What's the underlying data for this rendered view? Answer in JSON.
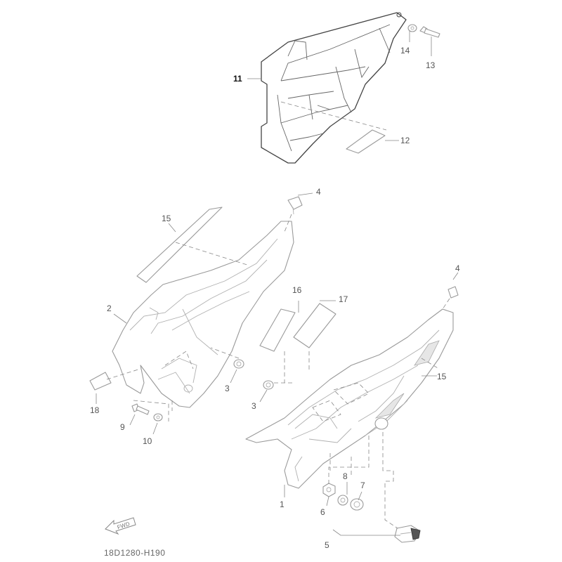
{
  "diagram": {
    "reference_code": "18D1280-H190",
    "fwd_label": "FWD",
    "callouts": {
      "c1": "1",
      "c2": "2",
      "c3a": "3",
      "c3b": "3",
      "c4a": "4",
      "c4b": "4",
      "c5": "5",
      "c6": "6",
      "c7": "7",
      "c8": "8",
      "c9": "9",
      "c10": "10",
      "c11": "11",
      "c12": "12",
      "c13": "13",
      "c14": "14",
      "c15a": "15",
      "c15b": "15",
      "c16": "16",
      "c17": "17",
      "c18": "18"
    }
  }
}
